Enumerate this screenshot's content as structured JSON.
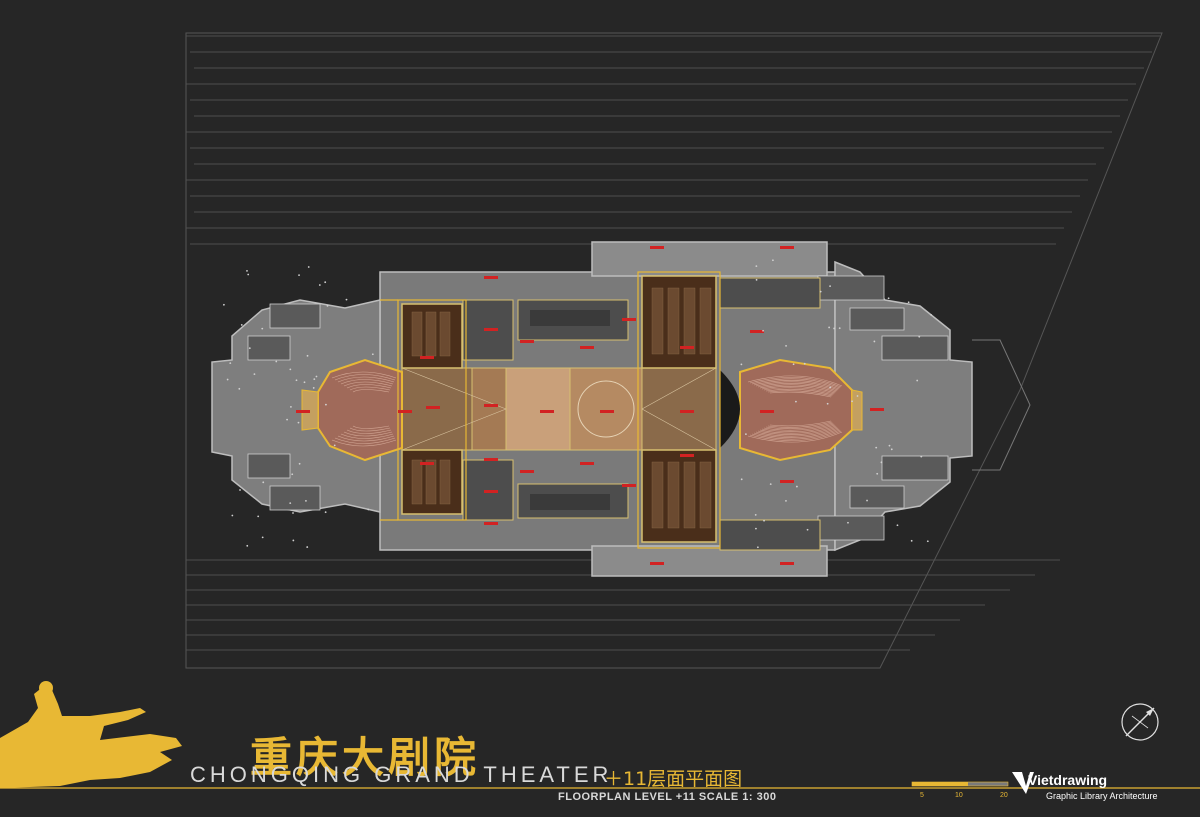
{
  "title": {
    "chinese": "重庆大剧院",
    "english": "CHONGQING GRAND THEATER"
  },
  "level_label_cn": "＋11层面平面图",
  "plan_caption": "FLOORPLAN LEVEL +11  SCALE 1: 300",
  "scale_bar": {
    "labels": [
      "5",
      "10",
      "20"
    ]
  },
  "brand": {
    "name": "Vietdrawing",
    "tagline": "Graphic Library Architecture"
  },
  "icons": [
    "north-arrow-icon",
    "logo-figure-icon",
    "brand-v-icon"
  ],
  "colors": {
    "background": "#262626",
    "accent_yellow": "#e8b834",
    "floor_grey": "#8b8b8b",
    "dark_grey": "#4a4a4a",
    "stage_wood": "#8a6a4a",
    "wood_light": "#c9a07a",
    "seating": "#a06a5a",
    "hall_dark": "#4a2e1a",
    "label_red": "#d22222"
  }
}
